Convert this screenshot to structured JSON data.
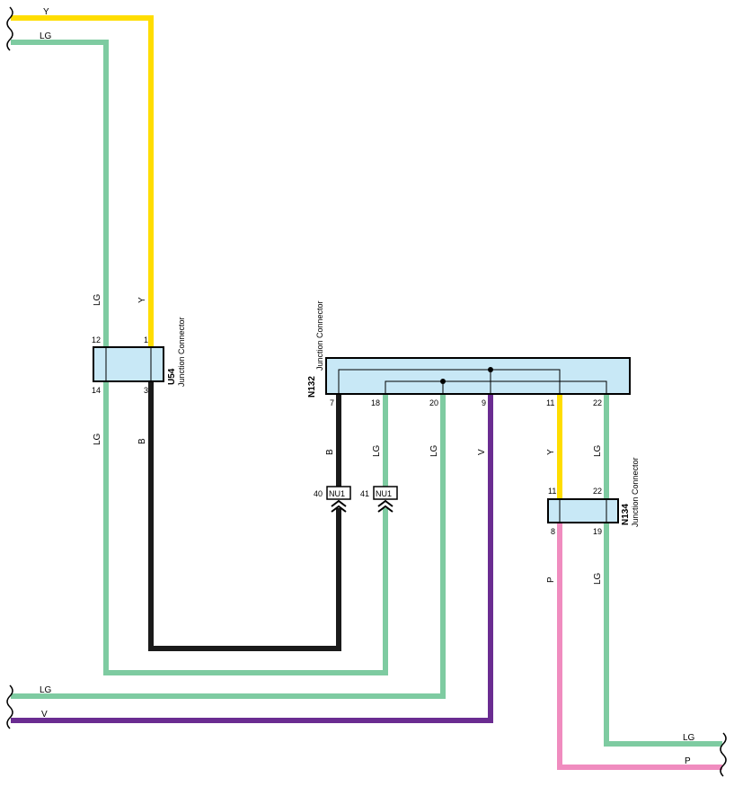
{
  "colors": {
    "Y": "#ffdd00",
    "LG": "#7ecba1",
    "B": "#1a1a1a",
    "V": "#6a2c91",
    "P": "#f08cbf",
    "connector_fill": "#c8e8f6",
    "outline": "#000000"
  },
  "edge_labels": {
    "top_y": "Y",
    "top_lg": "LG",
    "bottom_lg": "LG",
    "bottom_v": "V",
    "right_lg": "LG",
    "right_p": "P"
  },
  "wire_labels": {
    "u54_lg_in": "LG",
    "u54_y_in": "Y",
    "u54_lg_out": "LG",
    "u54_b_out": "B",
    "n132_b": "B",
    "n132_lg18": "LG",
    "n132_lg20": "LG",
    "n132_v": "V",
    "n132_y": "Y",
    "n132_lg22": "LG",
    "n134_p": "P",
    "n134_lg": "LG"
  },
  "connectors": {
    "u54": {
      "code": "U54",
      "name": "Junction Connector",
      "pins_top": [
        "12",
        "1"
      ],
      "pins_bottom": [
        "14",
        "3"
      ]
    },
    "n132": {
      "code": "N132",
      "name": "Junction Connector",
      "pins": [
        "7",
        "18",
        "20",
        "9",
        "11",
        "22"
      ]
    },
    "n134": {
      "code": "N134",
      "name": "Junction Connector",
      "pins_top": [
        "11",
        "22"
      ],
      "pins_bottom": [
        "8",
        "19"
      ]
    },
    "nu1_a": {
      "label": "NU1",
      "pin": "40"
    },
    "nu1_b": {
      "label": "NU1",
      "pin": "41"
    }
  }
}
